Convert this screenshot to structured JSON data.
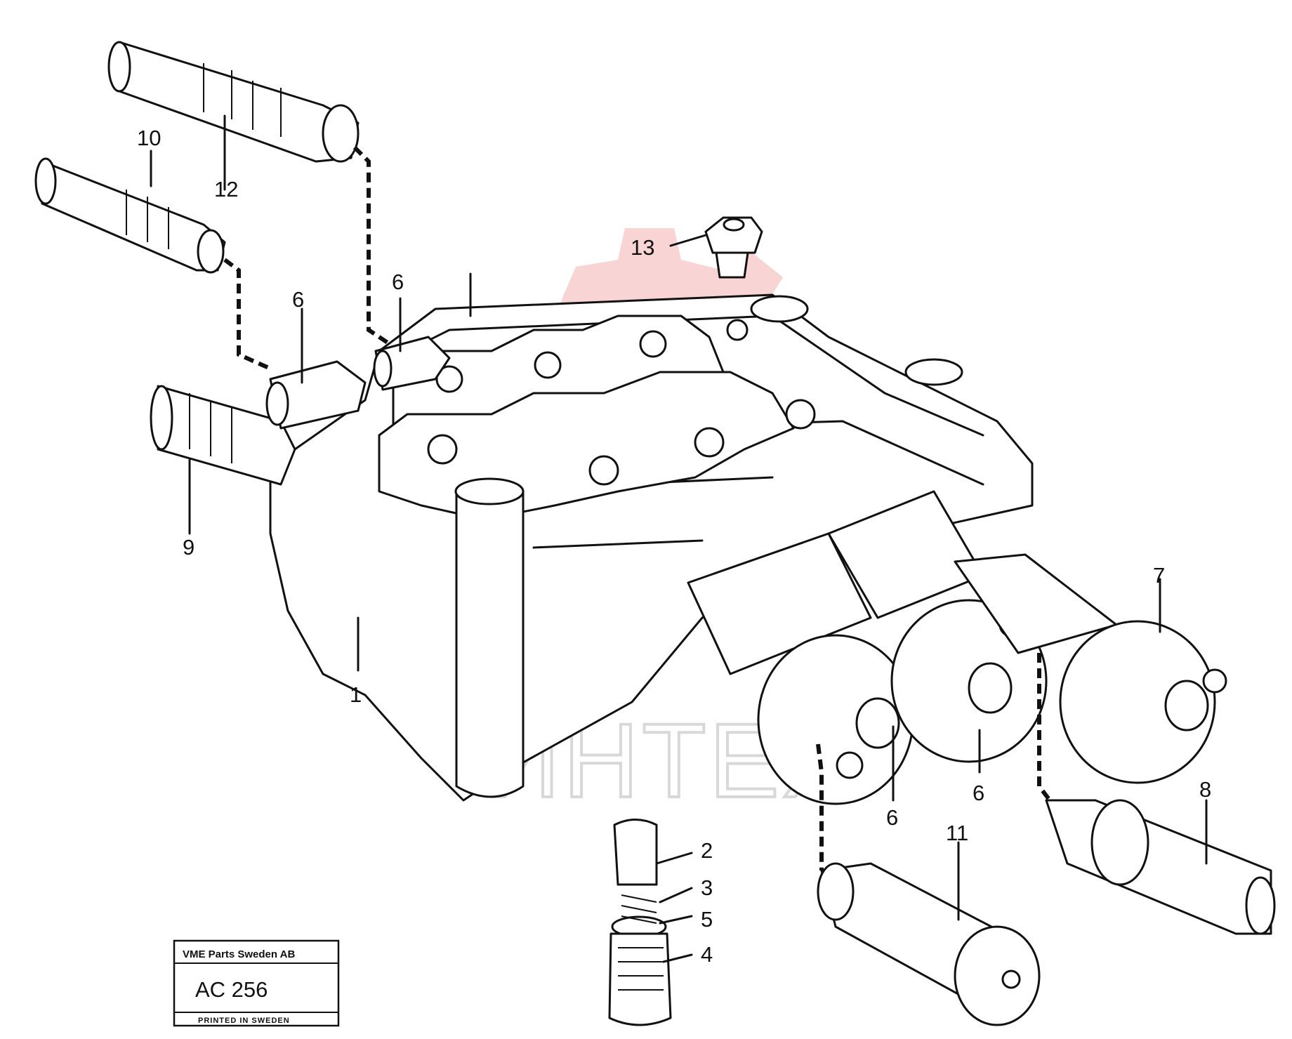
{
  "callouts": {
    "c1": "1",
    "c2": "2",
    "c3": "3",
    "c4": "4",
    "c5": "5",
    "c6a": "6",
    "c6b": "6",
    "c6c": "6",
    "c6d": "6",
    "c7": "7",
    "c8": "8",
    "c9": "9",
    "c10": "10",
    "c11": "11",
    "c12": "12",
    "c13": "13"
  },
  "stamp": {
    "company": "VME Parts Sweden AB",
    "code": "AC 256",
    "printed": "PRINTED IN SWEDEN"
  },
  "watermark": {
    "text": "ИНТЕХ",
    "color": "#f3b0b0"
  }
}
